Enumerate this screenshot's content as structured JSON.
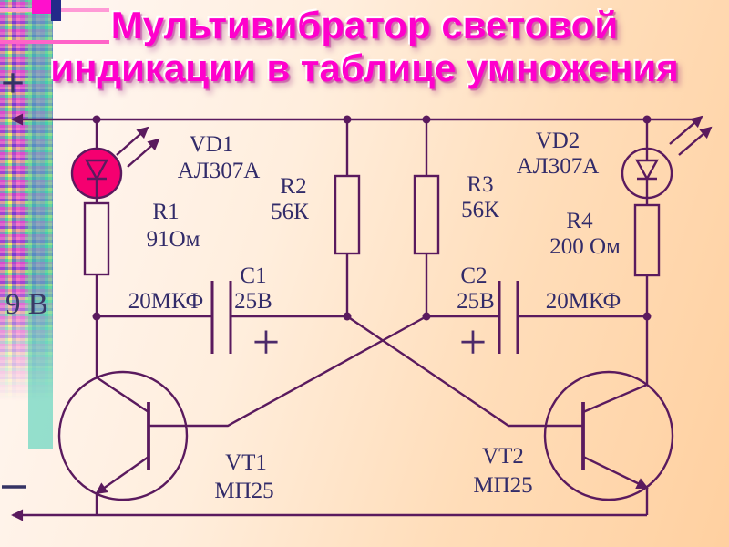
{
  "slide": {
    "title_line1": "Мультивибратор световой",
    "title_line2": "индикации в таблице умножения"
  },
  "battery": {
    "voltage": "9 В",
    "plus_sign": "+"
  },
  "components": {
    "vd1": {
      "ref": "VD1",
      "part": "АЛ307А"
    },
    "vd2": {
      "ref": "VD2",
      "part": "АЛ307А"
    },
    "r1": {
      "ref": "R1",
      "value": "91Ом"
    },
    "r2": {
      "ref": "R2",
      "value": "56К"
    },
    "r3": {
      "ref": "R3",
      "value": "56К"
    },
    "r4": {
      "ref": "R4",
      "value": "200 Ом"
    },
    "c1": {
      "ref": "C1",
      "voltage": "25В",
      "capacitance": "20МКФ",
      "polarity": "+"
    },
    "c2": {
      "ref": "C2",
      "voltage": "25В",
      "capacitance": "20МКФ",
      "polarity": "+"
    },
    "vt1": {
      "ref": "VT1",
      "part": "МП25"
    },
    "vt2": {
      "ref": "VT2",
      "part": "МП25"
    }
  },
  "colors": {
    "title": "#ff00cc",
    "wire": "#5a1a5e",
    "label": "#322b69",
    "led_fill": "#f50070",
    "teal_bar": "#3ccdb4",
    "background_peach": "#ffd0a0"
  }
}
